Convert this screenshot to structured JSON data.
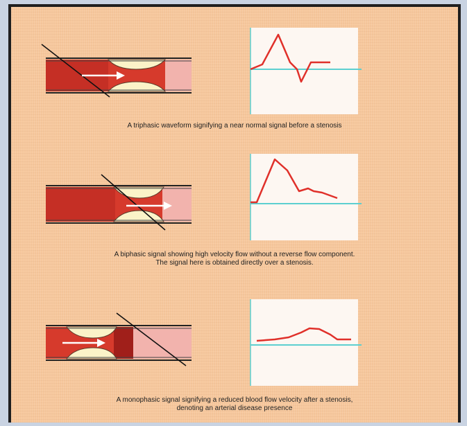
{
  "panels": [
    {
      "caption_lines": [
        "A triphasic waveform signifying a near normal signal before a stenosis"
      ],
      "waveform_type": "triphasic",
      "stenosis_position": "after probe"
    },
    {
      "caption_lines": [
        "A biphasic signal showing high velocity flow without a reverse flow component.",
        "The signal here is obtained directly over a stenosis."
      ],
      "waveform_type": "biphasic",
      "stenosis_position": "at probe"
    },
    {
      "caption_lines": [
        "A monophasic signal signifying a reduced blood flow velocity after a stenosis,",
        "denoting an arterial disease presence"
      ],
      "waveform_type": "monophasic",
      "stenosis_position": "before probe"
    }
  ],
  "colors": {
    "vessel_blood": "#d63a2c",
    "vessel_dark": "#a01f1a",
    "plaque": "#fbf3c8",
    "post_stenosis_pink": "#f2b3ad",
    "waveform": "#e0302a",
    "baseline": "#5ccfd0",
    "chart_bg": "#fdf7f2",
    "probe_line": "#111111",
    "flow_arrow": "#ffffff"
  }
}
